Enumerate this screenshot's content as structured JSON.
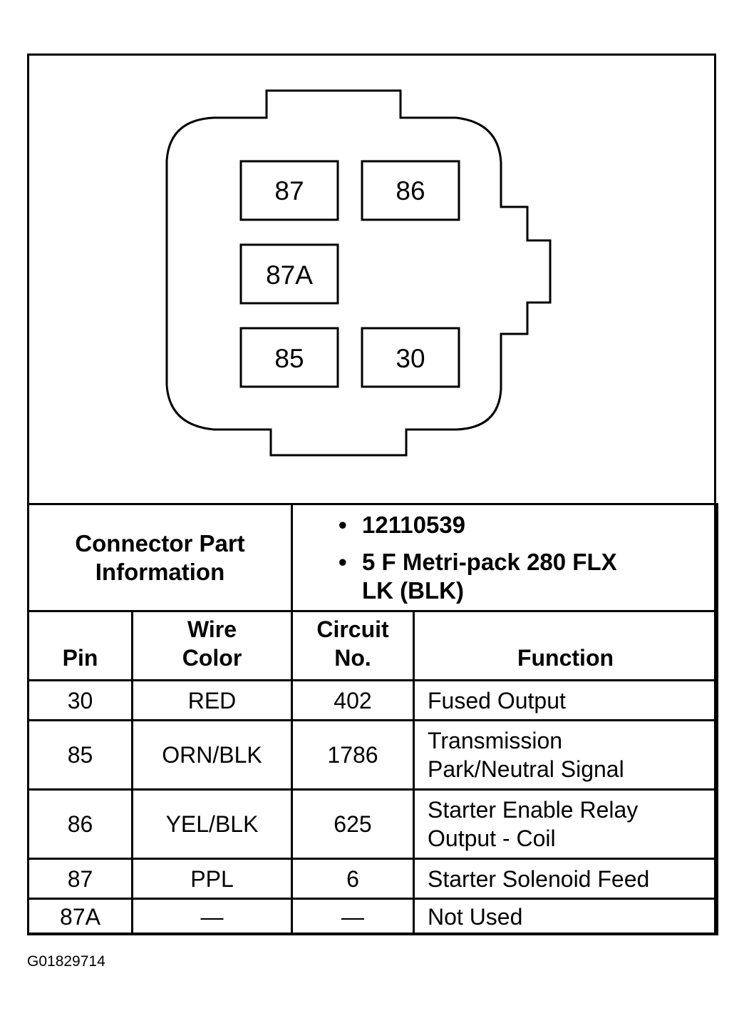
{
  "connector": {
    "pins": [
      {
        "id": "87"
      },
      {
        "id": "86"
      },
      {
        "id": "87A"
      },
      {
        "id": "85"
      },
      {
        "id": "30"
      }
    ]
  },
  "part_info": {
    "label_line1": "Connector Part",
    "label_line2": "Information",
    "bullet": "•",
    "items": [
      {
        "line1": "12110539",
        "line2": ""
      },
      {
        "line1": "5 F Metri-pack 280 FLX",
        "line2": "LK (BLK)"
      }
    ]
  },
  "table": {
    "headers": {
      "pin": "Pin",
      "wire_line1": "Wire",
      "wire_line2": "Color",
      "circuit_line1": "Circuit",
      "circuit_line2": "No.",
      "function": "Function"
    },
    "rows": [
      {
        "pin": "30",
        "wire": "RED",
        "circuit": "402",
        "func1": "Fused Output",
        "func2": ""
      },
      {
        "pin": "85",
        "wire": "ORN/BLK",
        "circuit": "1786",
        "func1": "Transmission",
        "func2": "Park/Neutral Signal"
      },
      {
        "pin": "86",
        "wire": "YEL/BLK",
        "circuit": "625",
        "func1": "Starter Enable Relay",
        "func2": "Output - Coil"
      },
      {
        "pin": "87",
        "wire": "PPL",
        "circuit": "6",
        "func1": "Starter Solenoid Feed",
        "func2": ""
      },
      {
        "pin": "87A",
        "wire": "—",
        "circuit": "—",
        "func1": "Not Used",
        "func2": ""
      }
    ]
  },
  "caption": "G01829714"
}
